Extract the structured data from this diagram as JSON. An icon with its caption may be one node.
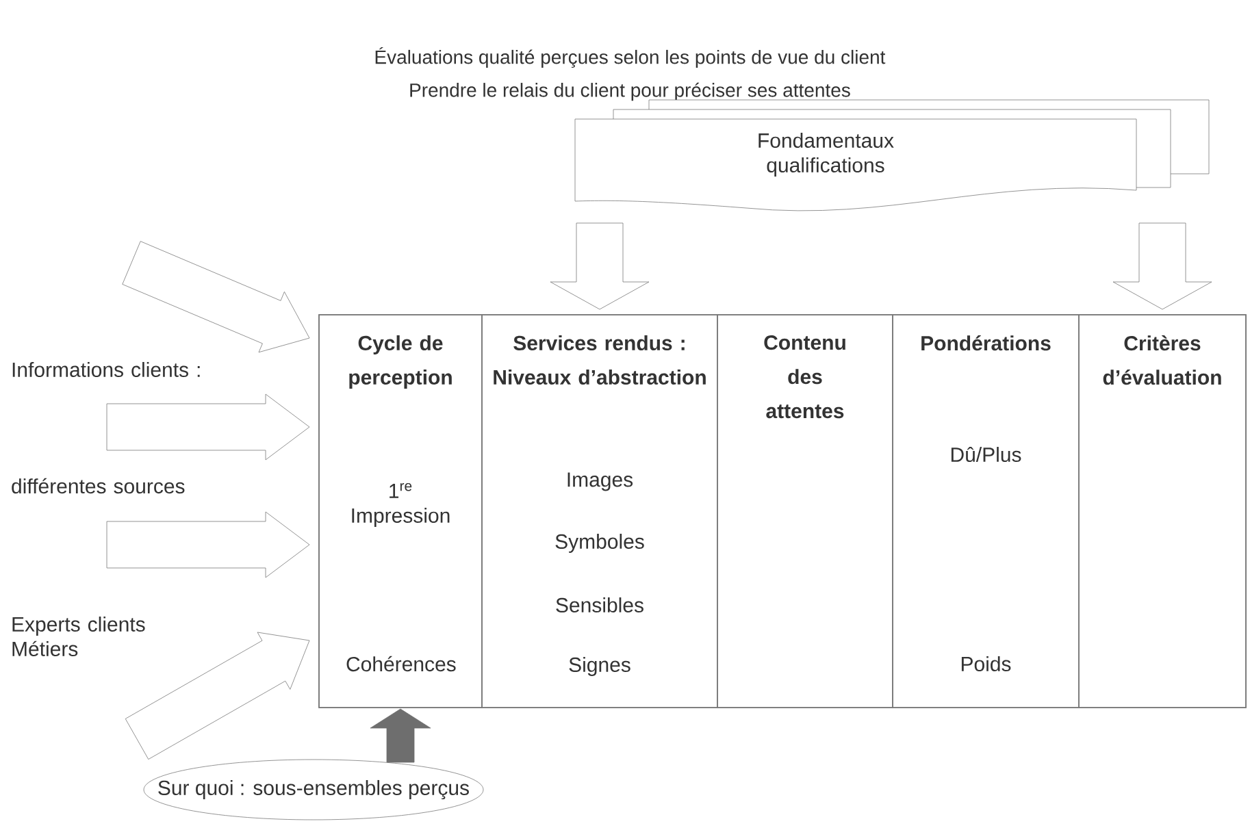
{
  "diagram": {
    "title": "Évaluations qualité perçues selon les points de vue du client",
    "nodes": [
      {
        "text": [
          "Fondamentaux qualifications"
        ]
      },
      {
        "text": [],
        "shape": "box"
      },
      {
        "text": [
          "Cycle de perception",
          "1$^{re}$ Impression",
          "Cohérences"
        ],
        "in": 1
      },
      {
        "text": [
          "Services rendus : Niveaux d’abstraction",
          "Images",
          "Symboles",
          "Sensibles",
          "Signes"
        ],
        "in": 1
      },
      {
        "text": [
          "Contenu des attentes"
        ],
        "in": 1
      },
      {
        "text": [
          "Pondérations",
          "Dû/Plus",
          "Poids"
        ],
        "in": 1
      },
      {
        "text": [
          "Critères d’évaluation"
        ],
        "in": 1
      },
      {
        "text": [
          "Sur quoi : sous-ensembles perçus"
        ]
      }
    ],
    "edges": [
      {
        "from": 0,
        "to": 3,
        "arrow": "to"
      },
      {
        "from": 0,
        "to": 6,
        "arrow": "to"
      },
      {
        "from": null,
        "to": 1,
        "arrow": "to"
      },
      {
        "from": null,
        "to": 1,
        "arrow": "to"
      },
      {
        "from": null,
        "to": 1,
        "arrow": "to"
      },
      {
        "from": null,
        "to": 1,
        "arrow": "to"
      },
      {
        "from": 7,
        "to": 2,
        "arrow": "to",
        "color": "#6e6e6e"
      }
    ],
    "labels": [
      "Prendre le relais du client pour préciser ses attentes",
      "Informations clients :",
      "différentes sources",
      "Experts clients Métiers"
    ]
  }
}
